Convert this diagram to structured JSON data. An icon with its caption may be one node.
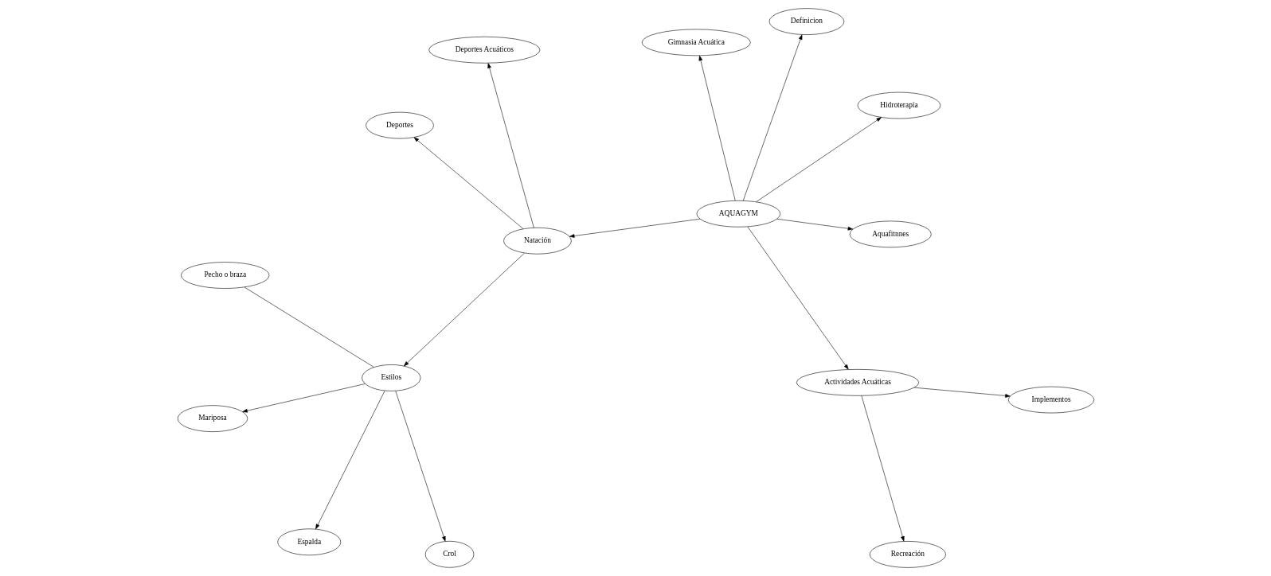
{
  "diagram": {
    "nodes": [
      {
        "text": [
          "Mariposa"
        ]
      },
      {
        "text": [
          "Hidroterapía"
        ]
      },
      {
        "text": [
          "Espalda"
        ]
      },
      {
        "text": [
          "Pecho o braza"
        ]
      },
      {
        "text": [
          "Implementos"
        ]
      },
      {
        "text": [
          "Definicion"
        ]
      },
      {
        "text": [
          "Estilos"
        ]
      },
      {
        "text": [
          "Crol"
        ]
      },
      {
        "text": [
          "Natación"
        ]
      },
      {
        "text": [
          "AQUAGYM"
        ]
      },
      {
        "text": [
          "Actividades Acuáticas"
        ]
      },
      {
        "text": [
          "Gimnasia Acuática"
        ]
      },
      {
        "text": [
          "Aquafitnnes"
        ]
      },
      {
        "text": [
          "Deportes Acuáticos"
        ]
      },
      {
        "text": [
          "Deportes"
        ]
      },
      {
        "text": [
          "Recreación"
        ]
      }
    ],
    "edges": [
      {
        "from": 9,
        "to": 8,
        "arrow": "to"
      },
      {
        "from": 9,
        "to": 1,
        "arrow": "to"
      },
      {
        "from": 9,
        "to": 5,
        "arrow": "to"
      },
      {
        "from": 9,
        "to": 10,
        "arrow": "to"
      },
      {
        "from": 9,
        "to": 11,
        "arrow": "to"
      },
      {
        "from": 9,
        "to": 12,
        "arrow": "to"
      },
      {
        "from": 8,
        "to": 6,
        "arrow": "to"
      },
      {
        "from": 8,
        "to": 13,
        "arrow": "to"
      },
      {
        "from": 8,
        "to": 14,
        "arrow": "to"
      },
      {
        "from": 6,
        "to": 2,
        "arrow": "to"
      },
      {
        "from": 6,
        "to": 0,
        "arrow": "to"
      },
      {
        "from": 6,
        "to": 7,
        "arrow": "to"
      },
      {
        "from": 3,
        "to": 6,
        "arrow": "none"
      },
      {
        "from": 10,
        "to": 4,
        "arrow": "to"
      },
      {
        "from": 10,
        "to": 15,
        "arrow": "to"
      }
    ]
  }
}
